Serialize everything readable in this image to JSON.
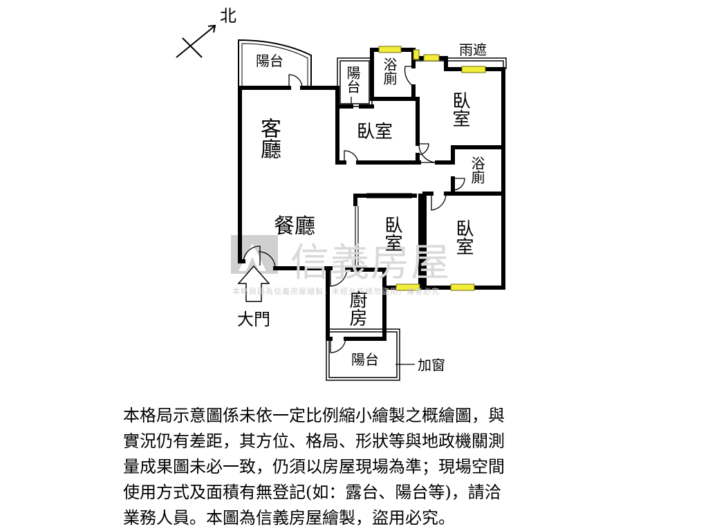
{
  "compass": {
    "north_label": "北"
  },
  "rooms": {
    "balcony_top_left": "陽台",
    "balcony_small": "陽台",
    "bath_top": "浴廁",
    "rain_shelter": "雨遮",
    "living_room": "客廳",
    "bedroom_top_middle": "臥室",
    "bedroom_top_right": "臥室",
    "bath_right": "浴廁",
    "dining_room": "餐廳",
    "bedroom_center": "臥室",
    "bedroom_bottom_right": "臥室",
    "kitchen": "廚房",
    "balcony_bottom": "陽台"
  },
  "annotations": {
    "main_door": "大門",
    "add_window": "加窗"
  },
  "watermark": {
    "brand": "信義房屋",
    "notice": "本格局圖為信義房屋繪製，未經允許請勿盜用，違者必究"
  },
  "disclaimer": {
    "lines": [
      "本格局示意圖係未依一定比例縮小繪製之概繪圖，與",
      "實況仍有差距，其方位、格局、形狀等與地政機關測",
      "量成果圖未必一致，仍須以房屋現場為準；現場空間",
      "使用方式及面積有無登記(如：露台、陽台等)，請洽",
      "業務人員。本圖為信義房屋繪製，盜用必究。"
    ]
  },
  "colors": {
    "wall": "#000000",
    "window_fill": "#f2ec3a",
    "window_stroke": "#6b6a10",
    "watermark": "#d9d9d9"
  }
}
